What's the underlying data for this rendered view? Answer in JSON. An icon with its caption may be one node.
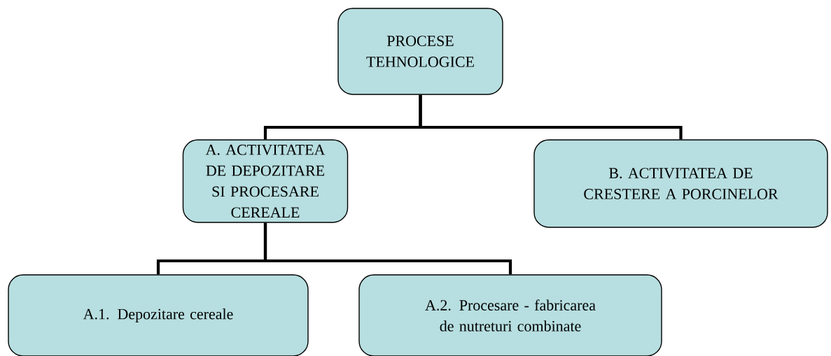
{
  "diagram": {
    "nodes": [
      {
        "text": [
          "PROCESE TEHNOLOGICE"
        ]
      },
      {
        "text": [
          "A. ACTIVITATEA DE DEPOZITARE SI PROCESARE CEREALE"
        ]
      },
      {
        "text": [
          "B. ACTIVITATEA DE CRESTERE A PORCINELOR"
        ]
      },
      {
        "text": [
          "A.1. Depozitare cereale"
        ]
      },
      {
        "text": [
          "A.2. Procesare - fabricarea de nutreturi combinate"
        ]
      }
    ],
    "edges": [
      {
        "from": 0,
        "to": 1,
        "arrow": "none"
      },
      {
        "from": 0,
        "to": 2,
        "arrow": "none"
      },
      {
        "from": 1,
        "to": 3,
        "arrow": "none"
      },
      {
        "from": 1,
        "to": 4,
        "arrow": "none"
      }
    ]
  }
}
